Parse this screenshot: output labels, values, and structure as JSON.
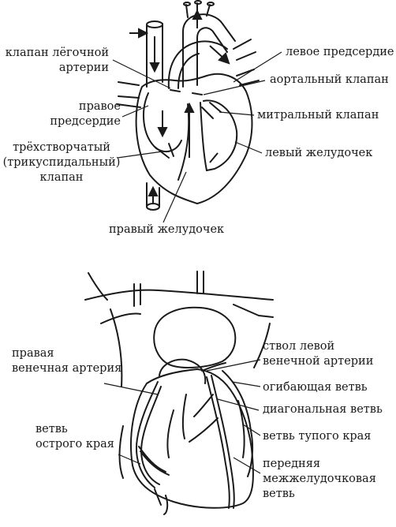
{
  "top_diagram": {
    "labels": {
      "pulmonary_valve": [
        "клапан лёгочной",
        "артерии"
      ],
      "left_atrium": [
        "левое предсердие"
      ],
      "aortic_valve": [
        "аортальный клапан"
      ],
      "right_atrium": [
        "правое",
        "предсердие"
      ],
      "mitral_valve": [
        "митральный клапан"
      ],
      "tricuspid_valve": [
        "трёхстворчатый",
        "(трикуспидальный)",
        "клапан"
      ],
      "left_ventricle": [
        "левый желудочек"
      ],
      "right_ventricle": [
        "правый желудочек"
      ]
    }
  },
  "bottom_diagram": {
    "labels": {
      "right_coronary_artery": [
        "правая",
        "венечная артерия"
      ],
      "left_main_trunk": [
        "ствол левой",
        "венечной артерии"
      ],
      "circumflex_branch": [
        "огибающая ветвь"
      ],
      "diagonal_branch": [
        "диагональная ветвь"
      ],
      "acute_marginal_branch": [
        "ветвь",
        "острого края"
      ],
      "obtuse_marginal_branch": [
        "ветвь тупого края"
      ],
      "anterior_interventricular_branch": [
        "передняя",
        "межжелудочковая",
        "ветвь"
      ]
    }
  },
  "colors": {
    "ink": "#1a1a1a",
    "fill": "#ffffff",
    "shade": "#555555"
  }
}
